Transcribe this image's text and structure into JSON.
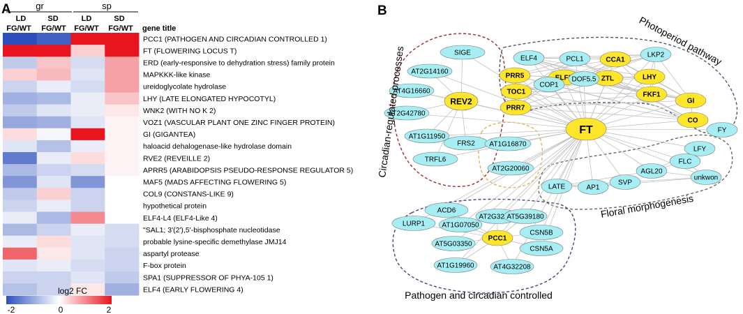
{
  "panel_a": {
    "label": "A",
    "groups": [
      "gr",
      "sp"
    ],
    "column_headers": [
      {
        "top": "LD",
        "bottom": "FG/WT"
      },
      {
        "top": "SD",
        "bottom": "FG/WT"
      },
      {
        "top": "LD",
        "bottom": "FG/WT"
      },
      {
        "top": "SD",
        "bottom": "FG/WT"
      }
    ],
    "gene_title_header": "gene title",
    "legend_title": "log2 FC",
    "legend_ticks": [
      "-2",
      "0",
      "2"
    ],
    "colors": {
      "low": "#2d4fbd",
      "mid": "#ffffff",
      "high": "#e8141e"
    }
  },
  "chart_data": {
    "type": "heatmap",
    "columns": [
      "gr LD FG/WT",
      "gr SD FG/WT",
      "sp LD FG/WT",
      "sp SD FG/WT"
    ],
    "rows": [
      "PCC1 (PATHOGEN AND CIRCADIAN CONTROLLED 1)",
      "FT (FLOWERING LOCUS T)",
      "ERD (early-responsive to dehydration stress) family protein",
      "MAPKKK-like kinase",
      "ureidoglycolate hydrolase",
      "LHY (LATE ELONGATED HYPOCOTYL)",
      "WNK2 (WITH NO K 2)",
      "VOZ1 (VASCULAR PLANT ONE ZINC FINGER PROTEIN)",
      "GI (GIGANTEA)",
      "haloacid dehalogenase-like hydrolase domain",
      "RVE2 (REVEILLE 2)",
      "APRR5 (ARABIDOPSIS PSEUDO-RESPONSE REGULATOR 5)",
      "MAF5 (MADS AFFECTING FLOWERING 5)",
      "COL9 (CONSTANS-LIKE 9)",
      "hypothetical protein",
      "ELF4-L4 (ELF4-Like 4)",
      "\"SAL1; 3'(2'),5'-bisphosphate nucleotidase",
      "probable lysine-specific demethylase JMJ14",
      "aspartyl protease",
      "F-box protein",
      "SPA1 (SUPPRESSOR OF PHYA-105 1)",
      "ELF4 (EARLY FLOWERING 4)"
    ],
    "values": [
      [
        -2.0,
        -1.8,
        2.0,
        2.0
      ],
      [
        2.0,
        2.0,
        0.4,
        2.0
      ],
      [
        -0.6,
        0.5,
        -0.4,
        0.8
      ],
      [
        0.4,
        0.6,
        -0.3,
        0.8
      ],
      [
        -0.5,
        -0.2,
        -0.4,
        0.8
      ],
      [
        -0.9,
        -0.8,
        -0.2,
        0.5
      ],
      [
        -0.6,
        -0.3,
        -0.2,
        0.2
      ],
      [
        -1.0,
        -0.9,
        -0.3,
        0.1
      ],
      [
        0.3,
        -0.1,
        2.0,
        0.1
      ],
      [
        -0.3,
        -0.7,
        -0.2,
        0.1
      ],
      [
        -1.5,
        -0.2,
        0.3,
        0.1
      ],
      [
        -0.8,
        -0.5,
        -0.4,
        0.1
      ],
      [
        -1.2,
        -0.3,
        -1.2,
        0.0
      ],
      [
        -0.6,
        0.4,
        -0.5,
        0.0
      ],
      [
        -0.5,
        -0.2,
        -0.5,
        0.0
      ],
      [
        -0.2,
        -0.8,
        1.0,
        0.0
      ],
      [
        -0.8,
        -0.5,
        -0.2,
        -0.4
      ],
      [
        -0.2,
        0.3,
        -0.3,
        -0.4
      ],
      [
        1.3,
        0.2,
        -0.3,
        -0.5
      ],
      [
        -0.3,
        -0.2,
        -0.4,
        -0.5
      ],
      [
        -0.5,
        -0.5,
        -0.3,
        -0.6
      ],
      [
        -0.7,
        -0.5,
        0.2,
        -0.9
      ]
    ],
    "vlim": [
      -2,
      2
    ]
  },
  "panel_b": {
    "label": "B",
    "center": "FT",
    "groups": {
      "circadian": {
        "title": "Circadian-regulated processes",
        "hub": "REV2",
        "nodes": [
          "SIGE",
          "AT2G14160",
          "AT4G16660",
          "AT2G42780",
          "AT1G11950",
          "FRS2",
          "TRFL6"
        ]
      },
      "photoperiod": {
        "title": "Photoperiod pathway",
        "hub_nodes": [
          "CCA1",
          "PRR5",
          "ELF3",
          "ZTL",
          "LHY",
          "TOC1",
          "FKF1",
          "PRR7",
          "GI",
          "CO"
        ],
        "nodes": [
          "ELF4",
          "PCL1",
          "LKP2",
          "COP1",
          "DOF5.5",
          "FY"
        ]
      },
      "unknown_pair": {
        "nodes": [
          "AT1G16870",
          "AT2G20060"
        ]
      },
      "floral": {
        "title": "Floral morphogenesis",
        "nodes": [
          "LFY",
          "FLC",
          "AGL20",
          "unkwon",
          "LATE",
          "AP1",
          "SVP"
        ]
      },
      "pathogen": {
        "title": "Pathogen and circadian controlled",
        "hub": "PCC1",
        "nodes": [
          "ACD6",
          "AT2G32160",
          "AT5G39180",
          "LURP1",
          "AT1G07050",
          "CSN5B",
          "AT5G03350",
          "CSN5A",
          "AT1G19960",
          "AT4G32208"
        ]
      }
    },
    "colors": {
      "hub": "#ffe62a",
      "node": "#a6eef4",
      "edge": "#c2c2c2"
    }
  }
}
